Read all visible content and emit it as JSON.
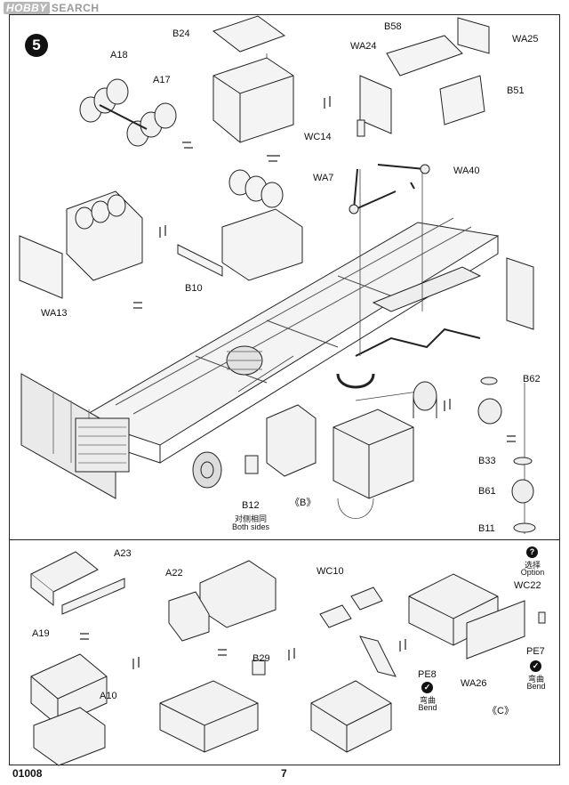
{
  "watermark": {
    "logo": "HOBBY",
    "text": "SEARCH"
  },
  "step_number": "5",
  "parts": {
    "b24": "B24",
    "a18": "A18",
    "a17": "A17",
    "b58": "B58",
    "wa24": "WA24",
    "wa25": "WA25",
    "b51": "B51",
    "wc14": "WC14",
    "wa7": "WA7",
    "wa40": "WA40",
    "b10": "B10",
    "wa13": "WA13",
    "b12": "B12",
    "b62": "B62",
    "b33": "B33",
    "b61": "B61",
    "b11": "B11",
    "a23": "A23",
    "a19": "A19",
    "a10": "A10",
    "a22": "A22",
    "b29": "B29",
    "wc10": "WC10",
    "pe8": "PE8",
    "wa26": "WA26",
    "wc22": "WC22",
    "pe7": "PE7"
  },
  "notes": {
    "both_sides_cn": "对侧相同",
    "both_sides_en": "Both sides",
    "option_cn": "选择",
    "option_en": "Option",
    "bend_cn_1": "弯曲",
    "bend_en_1": "Bend",
    "bend_cn_2": "弯曲",
    "bend_en_2": "Bend",
    "ref_b": "《B》",
    "ref_c": "《C》",
    "option_symbol": "?",
    "bend_symbol": "✓"
  },
  "footer": {
    "code": "01008",
    "page": "7"
  }
}
